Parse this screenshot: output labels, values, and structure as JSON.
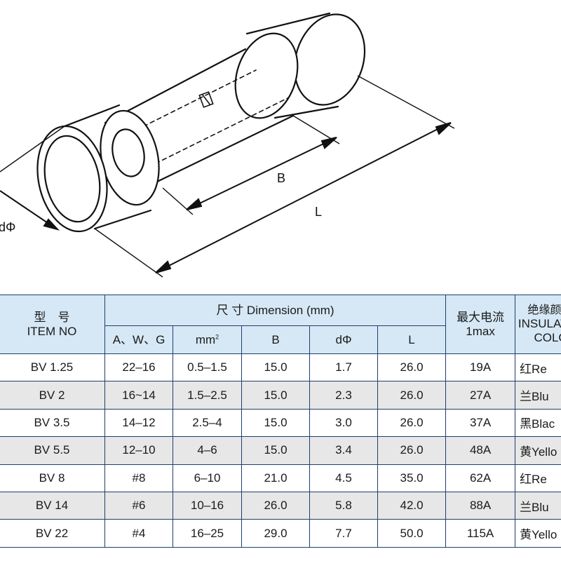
{
  "drawing": {
    "labels": {
      "B": "B",
      "L": "L",
      "d": "dΦ"
    },
    "mark": "⊠"
  },
  "table": {
    "header": {
      "item_cn": "型　号",
      "item_en": "ITEM NO",
      "dimension": "尺 寸 Dimension (mm)",
      "wire": "A、W、G",
      "mm": "mm",
      "mm_sup": "2",
      "B": "B",
      "d": "dΦ",
      "L": "L",
      "current_cn": "最大电流",
      "current_en": "1max",
      "color_cn": "绝缘颜",
      "color_en1": "INSULATI",
      "color_en2": "COLO"
    },
    "rows": [
      {
        "item": "BV 1.25",
        "awg": "22–16",
        "mm2": "0.5–1.5",
        "B": "15.0",
        "d": "1.7",
        "L": "26.0",
        "imax": "19A",
        "color": "红Re"
      },
      {
        "item": "BV 2",
        "awg": "16~14",
        "mm2": "1.5–2.5",
        "B": "15.0",
        "d": "2.3",
        "L": "26.0",
        "imax": "27A",
        "color": "兰Blu"
      },
      {
        "item": "BV 3.5",
        "awg": "14–12",
        "mm2": "2.5–4",
        "B": "15.0",
        "d": "3.0",
        "L": "26.0",
        "imax": "37A",
        "color": "黑Blac"
      },
      {
        "item": "BV 5.5",
        "awg": "12–10",
        "mm2": "4–6",
        "B": "15.0",
        "d": "3.4",
        "L": "26.0",
        "imax": "48A",
        "color": "黄Yello"
      },
      {
        "item": "BV 8",
        "awg": "#8",
        "mm2": "6–10",
        "B": "21.0",
        "d": "4.5",
        "L": "35.0",
        "imax": "62A",
        "color": "红Re"
      },
      {
        "item": "BV 14",
        "awg": "#6",
        "mm2": "10–16",
        "B": "26.0",
        "d": "5.8",
        "L": "42.0",
        "imax": "88A",
        "color": "兰Blu"
      },
      {
        "item": "BV 22",
        "awg": "#4",
        "mm2": "16–25",
        "B": "29.0",
        "d": "7.7",
        "L": "50.0",
        "imax": "115A",
        "color": "黄Yello"
      }
    ]
  }
}
